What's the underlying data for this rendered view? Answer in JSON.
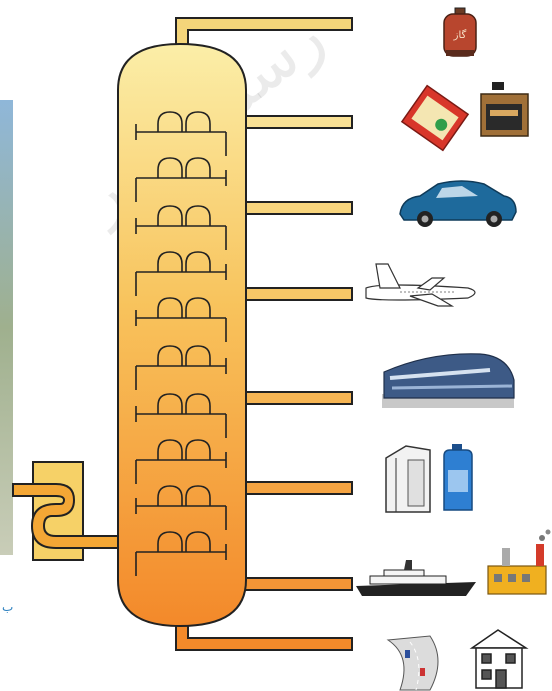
{
  "watermark": "رسم خبادر",
  "gas_label": "گاز",
  "side_label": "ب",
  "colors": {
    "column_top": "#fbe9a3",
    "column_bottom": "#f3892a",
    "pipe": "#f4a735",
    "pipe_outline": "#222222",
    "furnace": "#f6d167"
  },
  "icons": [
    "gas-cylinder-icon",
    "food-package-icon",
    "oil-can-icon",
    "car-icon",
    "airplane-icon",
    "train-icon",
    "milk-carton-icon",
    "lubricant-bottle-icon",
    "ship-icon",
    "factory-icon",
    "road-icon",
    "house-icon"
  ]
}
